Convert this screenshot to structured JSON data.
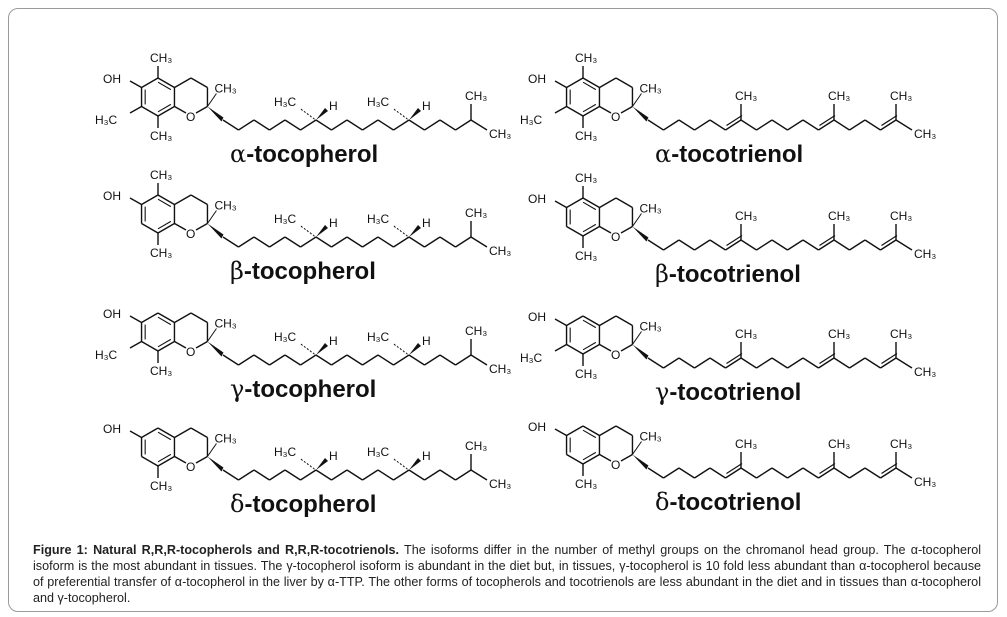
{
  "figure": {
    "molecules": [
      {
        "id": "alpha-tocopherol",
        "greek": "α",
        "name": "-tocopherol",
        "type": "tocopherol",
        "methyl5": true,
        "methyl7": true,
        "methyl8": true
      },
      {
        "id": "beta-tocopherol",
        "greek": "β",
        "name": "-tocopherol",
        "type": "tocopherol",
        "methyl5": true,
        "methyl7": false,
        "methyl8": true
      },
      {
        "id": "gamma-tocopherol",
        "greek": "γ",
        "name": "-tocopherol",
        "type": "tocopherol",
        "methyl5": false,
        "methyl7": true,
        "methyl8": true
      },
      {
        "id": "delta-tocopherol",
        "greek": "δ",
        "name": "-tocopherol",
        "type": "tocopherol",
        "methyl5": false,
        "methyl7": false,
        "methyl8": true
      },
      {
        "id": "alpha-tocotrienol",
        "greek": "α",
        "name": "-tocotrienol",
        "type": "tocotrienol",
        "methyl5": true,
        "methyl7": true,
        "methyl8": true
      },
      {
        "id": "beta-tocotrienol",
        "greek": "β",
        "name": "-tocotrienol",
        "type": "tocotrienol",
        "methyl5": true,
        "methyl7": false,
        "methyl8": true
      },
      {
        "id": "gamma-tocotrienol",
        "greek": "γ",
        "name": "-tocotrienol",
        "type": "tocotrienol",
        "methyl5": false,
        "methyl7": true,
        "methyl8": true
      },
      {
        "id": "delta-tocotrienol",
        "greek": "δ",
        "name": "-tocotrienol",
        "type": "tocotrienol",
        "methyl5": false,
        "methyl7": false,
        "methyl8": true
      }
    ],
    "atoms": {
      "oh": "OH",
      "ch3": "CH₃",
      "h3c": "H₃C",
      "o": "O",
      "h": "H"
    }
  },
  "caption": {
    "lead": "Figure 1: Natural R,R,R-tocopherols and R,R,R-tocotrienols.",
    "body": " The isoforms differ in the number of methyl groups on the chromanol head group. The α-tocopherol isoform is the most abundant in tissues. The γ-tocopherol isoform is abundant in the diet but, in tissues, γ-tocopherol is 10 fold less abundant than α-tocopherol because of preferential transfer of α-tocopherol in the liver by α-TTP. The other forms of tocopherols and tocotrienols are less abundant in the diet and in tissues than α-tocopherol and γ-tocopherol."
  }
}
